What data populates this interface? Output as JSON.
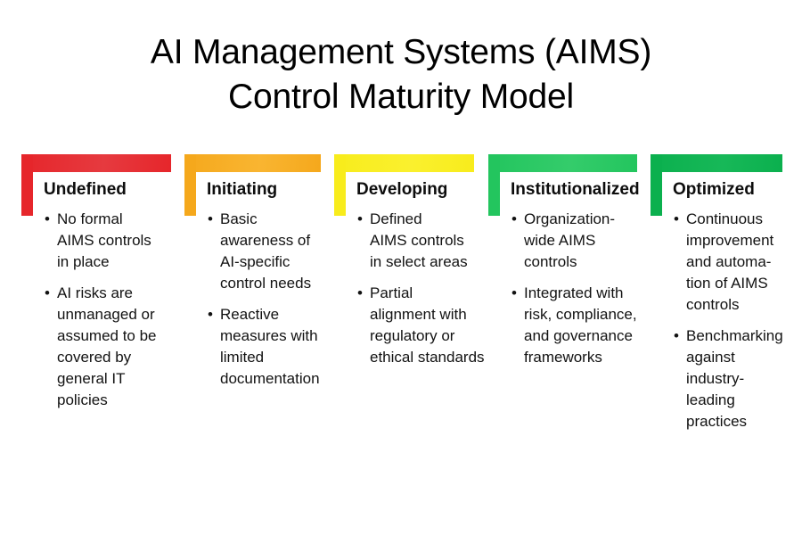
{
  "title": {
    "line1": "AI Management Systems (AIMS)",
    "line2": "Control Maturity Model"
  },
  "bullet_glyph": "•",
  "stages": [
    {
      "id": "undefined",
      "name": "Undefined",
      "color": "#E6262B",
      "color_light": "#E63A3F",
      "bullets": [
        "No formal\nAIMS controls\nin place",
        "AI risks are\nunmanaged or\nassumed to be\ncovered by\ngeneral IT\npolicies"
      ]
    },
    {
      "id": "initiating",
      "name": "Initiating",
      "color": "#F5A81C",
      "color_light": "#F9B531",
      "bullets": [
        "Basic\nawareness of\nAI-specific\ncontrol needs",
        "Reactive\nmeasures with\nlimited\ndocumentation"
      ]
    },
    {
      "id": "developing",
      "name": "Developing",
      "color": "#F8EC1C",
      "color_light": "#FAF02E",
      "bullets": [
        "Defined\nAIMS controls\nin select areas",
        "Partial\nalignment with\nregulatory or\nethical standards"
      ]
    },
    {
      "id": "institutionalized",
      "name": "Institutionalized",
      "color": "#23C55E",
      "color_light": "#34CC6B",
      "bullets": [
        "Organization-\nwide AIMS\ncontrols",
        "Integrated with\nrisk, compliance,\nand governance\nframeworks"
      ]
    },
    {
      "id": "optimized",
      "name": "Optimized",
      "color": "#0BB04E",
      "color_light": "#17B858",
      "bullets": [
        "Continuous\nimprovement\nand automa-\ntion of AIMS\ncontrols",
        "Benchmarking\nagainst\nindustry-\nleading\npractices"
      ]
    }
  ]
}
